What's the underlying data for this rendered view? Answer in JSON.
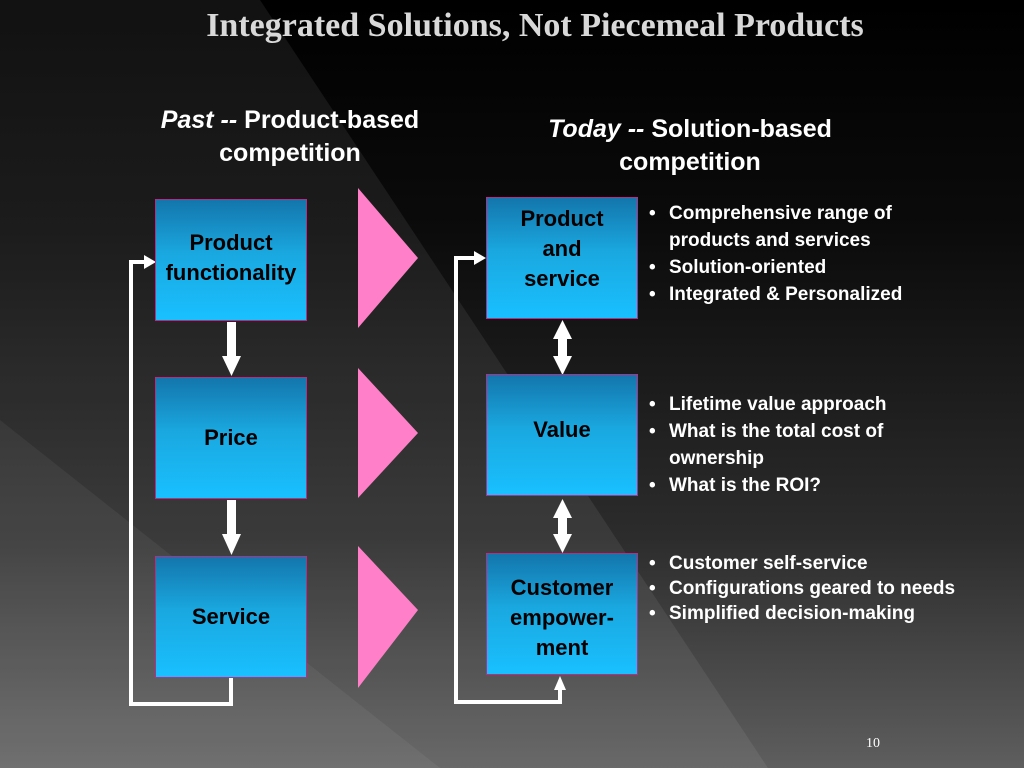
{
  "slide": {
    "title": "Integrated Solutions, Not Piecemeal Products",
    "page_number": "10"
  },
  "past": {
    "heading_italic": "Past --",
    "heading_rest": "Product-based competition",
    "boxes": [
      "Product functionality",
      "Price",
      "Service"
    ]
  },
  "today": {
    "heading_italic": "Today --",
    "heading_rest": "Solution-based competition",
    "boxes": [
      "Product and service",
      "Value",
      "Customer empower-ment"
    ],
    "bullets": [
      [
        "Comprehensive range of products and services",
        "Solution-oriented",
        "Integrated & Personalized"
      ],
      [
        "Lifetime value approach",
        "What is the total cost of ownership",
        "What is the ROI?"
      ],
      [
        "Customer self-service",
        "Configurations geared to needs",
        "Simplified decision-making"
      ]
    ]
  },
  "colors": {
    "box_gradient_top": "#1376ac",
    "box_gradient_bottom": "#19c0ff",
    "box_border": "#b0308a",
    "triangle": "#ff80c8",
    "arrow": "#ffffff",
    "title": "#d9d9d9"
  }
}
